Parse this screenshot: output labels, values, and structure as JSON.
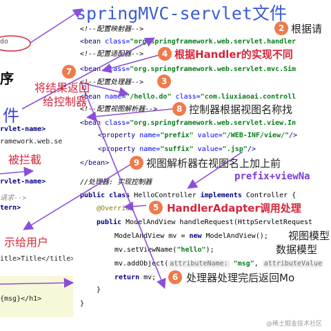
{
  "title": {
    "mono": "springMVC-servlet",
    "cn": "文件"
  },
  "left": {
    "oval_text": "do",
    "section_big": "序",
    "blue_big": "件",
    "intercepted": "被拦截",
    "show_user": "示给用户",
    "lines": [
      "rvlet-name>",
      "ramework.web.se",
      "rvlet-name>",
      "请求-->",
      "tern>",
      "itle>Title</title>",
      "{msg}</h1>"
    ]
  },
  "code": {
    "c_mapper": "<!--配置映射器-->",
    "bean1": {
      "cls": "org.springframework.web.servlet.handler"
    },
    "c_adapter": "<!--配置适配器-->",
    "bean2": {
      "cls": "org.springframework.web.servlet.mvc.Sim"
    },
    "c_processor": "<!--配置处理器-->",
    "bean3": {
      "name": "/hello.do",
      "cls": "com.liuxiaoai.controll"
    },
    "c_viewresolver": "<!--配置视图解析器-->",
    "bean4": {
      "cls": "org.springframework.web.servlet.view.In"
    },
    "prop_prefix": {
      "name": "prefix",
      "value": "/WEB-INF/view/"
    },
    "prop_suffix": {
      "name": "suffix",
      "value": ".jsp"
    },
    "bean_close": "</bean>",
    "c_handler": "//处理器: 实现控制器",
    "class_line": {
      "kw1": "public class",
      "name": "HelloController",
      "kw2": "implements",
      "iface": "Controller {"
    },
    "override": "@Override",
    "method": {
      "kw": "public",
      "sig": "ModelAndView handleRequest(HttpServletRequest"
    },
    "mv_new": {
      "left": "ModelAndView mv = ",
      "kw": "new",
      "right": " ModelAndView();"
    },
    "set_view": {
      "left": "mv.setViewName(",
      "str": "\"hello\"",
      "right": ");"
    },
    "add_obj": {
      "left": "mv.addObject(",
      "hint1": "attributeName:",
      "str": "\"msg\"",
      "hint2": "attributeValue"
    },
    "ret": {
      "kw": "return",
      "right": " mv;"
    },
    "brace": "}"
  },
  "notes": {
    "n2": {
      "num": "2",
      "text": "根据请"
    },
    "n3": {
      "num": "3"
    },
    "n4": {
      "num": "4",
      "text": "根据Handler的实现不同"
    },
    "n5": {
      "num": "5",
      "text": "HandlerAdapter调用处理"
    },
    "n6": {
      "num": "6",
      "text": "处理器处理完后返回Mo"
    },
    "n7": {
      "num": "7",
      "text1": "将结果返回",
      "text2": "给控制器"
    },
    "n8": {
      "num": "8",
      "text": "控制器根据视图名称找"
    },
    "n9": {
      "num": "9",
      "text": "视图解析器在视图名上加上前",
      "text2": "prefix+viewNa"
    },
    "side1": "视图模型",
    "side2": "数据模型"
  },
  "watermark": "@稀土掘金技术社区",
  "colors": {
    "badge": "#ef7a4a",
    "arrow": "#8a4fd8",
    "title": "#3b5bd6",
    "red": "#d3263a"
  }
}
